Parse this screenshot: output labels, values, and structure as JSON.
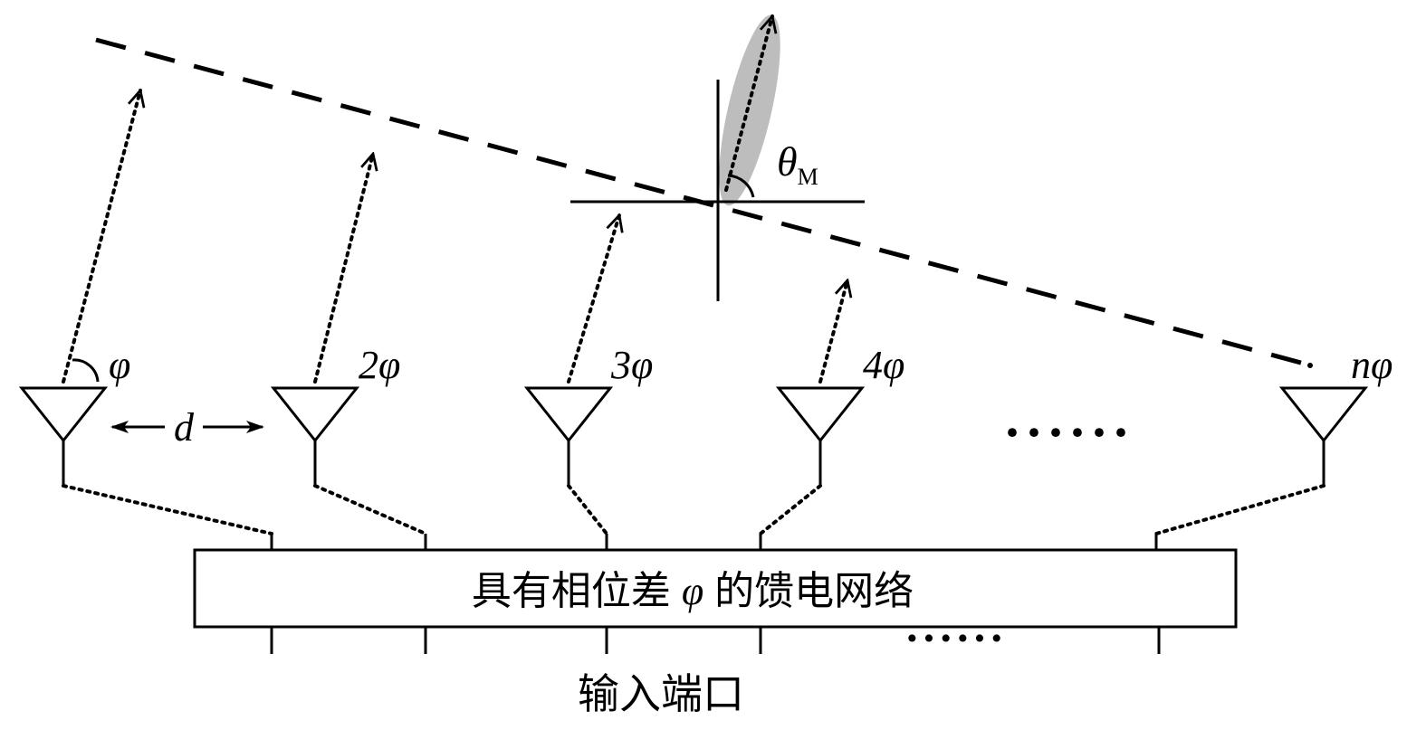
{
  "elements": [
    {
      "label": "φ"
    },
    {
      "label": "2φ"
    },
    {
      "label": "3φ"
    },
    {
      "label": "4φ"
    },
    {
      "label": "nφ"
    }
  ],
  "spacing_label": "d",
  "angle_label": {
    "symbol": "θ",
    "subscript": "M"
  },
  "ellipsis_top": "······",
  "ellipsis_bottom": "······",
  "feed_network": {
    "text_before": "具有相位差",
    "phase": "φ",
    "text_after": "的馈电网络"
  },
  "input_ports_label": "输入端口",
  "colors": {
    "beam_lobe": "#bdbdbd",
    "stroke": "#000000"
  }
}
